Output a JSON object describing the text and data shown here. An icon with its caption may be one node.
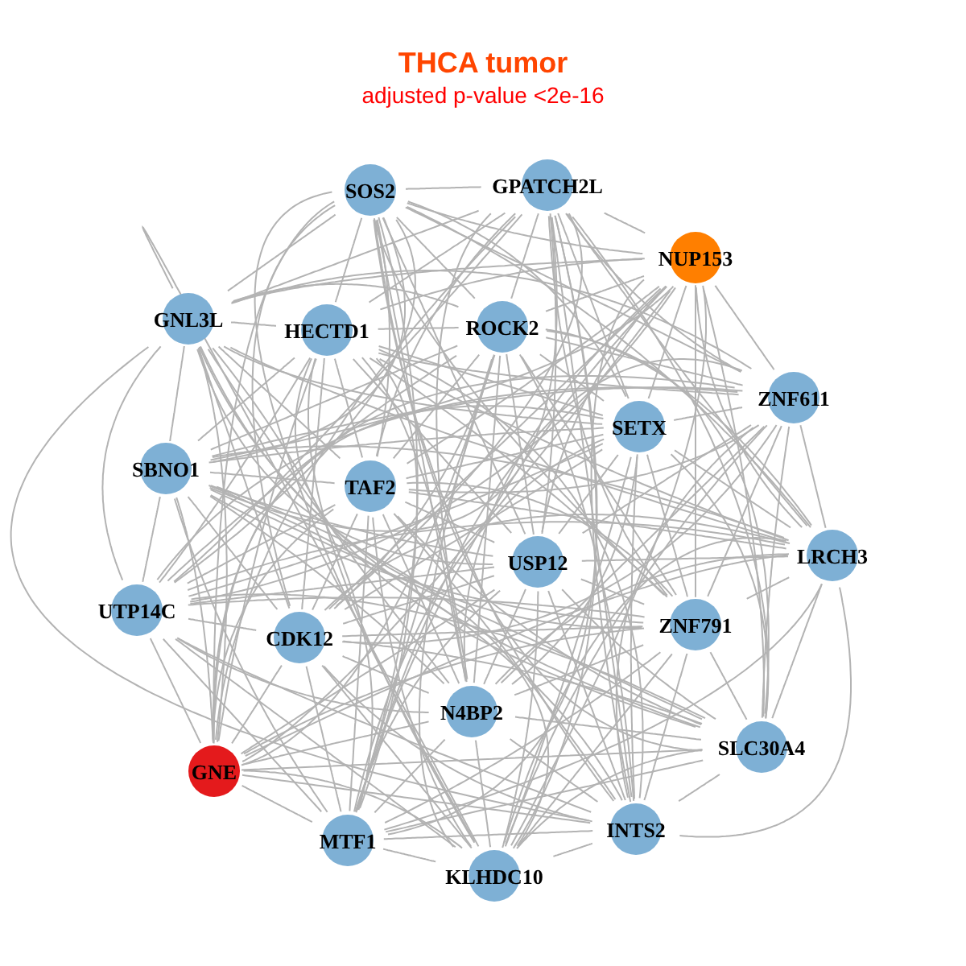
{
  "diagram": {
    "title": "THCA tumor",
    "labels": [
      "adjusted p-value <2e-16"
    ],
    "nodes": [
      {
        "text": [
          "SOS2"
        ]
      },
      {
        "text": [
          "GPATCH2L"
        ]
      },
      {
        "text": [
          "NUP153"
        ]
      },
      {
        "text": [
          "GNL3L"
        ]
      },
      {
        "text": [
          "HECTD1"
        ]
      },
      {
        "text": [
          "ROCK2"
        ]
      },
      {
        "text": [
          "ZNF611"
        ]
      },
      {
        "text": [
          "SETX"
        ]
      },
      {
        "text": [
          "SBNO1"
        ]
      },
      {
        "text": [
          "TAF2"
        ]
      },
      {
        "text": [
          "LRCH3"
        ]
      },
      {
        "text": [
          "USP12"
        ]
      },
      {
        "text": [
          "UTP14C"
        ]
      },
      {
        "text": [
          "CDK12"
        ]
      },
      {
        "text": [
          "ZNF791"
        ]
      },
      {
        "text": [
          "N4BP2"
        ]
      },
      {
        "text": [
          "SLC30A4"
        ]
      },
      {
        "text": [
          "GNE"
        ]
      },
      {
        "text": [
          "INTS2"
        ]
      },
      {
        "text": [
          "MTF1"
        ]
      },
      {
        "text": [
          "KLHDC10"
        ]
      }
    ],
    "edges": [
      {
        "from": 0,
        "to": 1,
        "arrow": "none"
      },
      {
        "from": 0,
        "to": 2,
        "arrow": "none"
      },
      {
        "from": 0,
        "to": 3,
        "arrow": "none"
      },
      {
        "from": 0,
        "to": 4,
        "arrow": "none"
      },
      {
        "from": 0,
        "to": 5,
        "arrow": "none"
      },
      {
        "from": 0,
        "to": 6,
        "arrow": "none"
      },
      {
        "from": 0,
        "to": 7,
        "arrow": "none"
      },
      {
        "from": 0,
        "to": 8,
        "arrow": "none"
      },
      {
        "from": 0,
        "to": 9,
        "arrow": "none"
      },
      {
        "from": 0,
        "to": 10,
        "arrow": "none"
      },
      {
        "from": 0,
        "to": 11,
        "arrow": "none"
      },
      {
        "from": 0,
        "to": 12,
        "arrow": "none"
      },
      {
        "from": 0,
        "to": 13,
        "arrow": "none"
      },
      {
        "from": 0,
        "to": 14,
        "arrow": "none"
      },
      {
        "from": 0,
        "to": 15,
        "arrow": "none"
      },
      {
        "from": 0,
        "to": 16,
        "arrow": "none"
      },
      {
        "from": 0,
        "to": 17,
        "arrow": "none"
      },
      {
        "from": 0,
        "to": 18,
        "arrow": "none"
      },
      {
        "from": 0,
        "to": 19,
        "arrow": "none"
      },
      {
        "from": 0,
        "to": 20,
        "arrow": "none"
      },
      {
        "from": 1,
        "to": 2,
        "arrow": "none"
      },
      {
        "from": 1,
        "to": 3,
        "arrow": "none"
      },
      {
        "from": 1,
        "to": 4,
        "arrow": "none"
      },
      {
        "from": 1,
        "to": 5,
        "arrow": "none"
      },
      {
        "from": 1,
        "to": 6,
        "arrow": "none"
      },
      {
        "from": 1,
        "to": 7,
        "arrow": "none"
      },
      {
        "from": 1,
        "to": 8,
        "arrow": "none"
      },
      {
        "from": 1,
        "to": 9,
        "arrow": "none"
      },
      {
        "from": 1,
        "to": 10,
        "arrow": "none"
      },
      {
        "from": 1,
        "to": 11,
        "arrow": "none"
      },
      {
        "from": 1,
        "to": 12,
        "arrow": "none"
      },
      {
        "from": 1,
        "to": 13,
        "arrow": "none"
      },
      {
        "from": 1,
        "to": 14,
        "arrow": "none"
      },
      {
        "from": 1,
        "to": 15,
        "arrow": "none"
      },
      {
        "from": 1,
        "to": 16,
        "arrow": "none"
      },
      {
        "from": 1,
        "to": 17,
        "arrow": "none"
      },
      {
        "from": 1,
        "to": 18,
        "arrow": "none"
      },
      {
        "from": 1,
        "to": 19,
        "arrow": "none"
      },
      {
        "from": 1,
        "to": 20,
        "arrow": "none"
      },
      {
        "from": 2,
        "to": 3,
        "arrow": "none"
      },
      {
        "from": 2,
        "to": 4,
        "arrow": "none"
      },
      {
        "from": 2,
        "to": 5,
        "arrow": "none"
      },
      {
        "from": 2,
        "to": 6,
        "arrow": "none"
      },
      {
        "from": 2,
        "to": 7,
        "arrow": "none"
      },
      {
        "from": 2,
        "to": 8,
        "arrow": "none"
      },
      {
        "from": 2,
        "to": 9,
        "arrow": "none"
      },
      {
        "from": 2,
        "to": 10,
        "arrow": "none"
      },
      {
        "from": 2,
        "to": 11,
        "arrow": "none"
      },
      {
        "from": 2,
        "to": 12,
        "arrow": "none"
      },
      {
        "from": 2,
        "to": 13,
        "arrow": "none"
      },
      {
        "from": 2,
        "to": 14,
        "arrow": "none"
      },
      {
        "from": 2,
        "to": 15,
        "arrow": "none"
      },
      {
        "from": 2,
        "to": 16,
        "arrow": "none"
      },
      {
        "from": 2,
        "to": 17,
        "arrow": "none"
      },
      {
        "from": 2,
        "to": 18,
        "arrow": "none"
      },
      {
        "from": 2,
        "to": 19,
        "arrow": "none"
      },
      {
        "from": 2,
        "to": 20,
        "arrow": "none"
      },
      {
        "from": 3,
        "to": 4,
        "arrow": "none"
      },
      {
        "from": 3,
        "to": 5,
        "arrow": "none"
      },
      {
        "from": 3,
        "to": 6,
        "arrow": "none"
      },
      {
        "from": 3,
        "to": 7,
        "arrow": "none"
      },
      {
        "from": 3,
        "to": 8,
        "arrow": "none"
      },
      {
        "from": 3,
        "to": 9,
        "arrow": "none"
      },
      {
        "from": 3,
        "to": 10,
        "arrow": "none"
      },
      {
        "from": 3,
        "to": 11,
        "arrow": "none"
      },
      {
        "from": 3,
        "to": 12,
        "arrow": "none"
      },
      {
        "from": 3,
        "to": 13,
        "arrow": "none"
      },
      {
        "from": 3,
        "to": 14,
        "arrow": "none"
      },
      {
        "from": 3,
        "to": 15,
        "arrow": "none"
      },
      {
        "from": 3,
        "to": 16,
        "arrow": "none"
      },
      {
        "from": 3,
        "to": 17,
        "arrow": "none"
      },
      {
        "from": 3,
        "to": 18,
        "arrow": "none"
      },
      {
        "from": 3,
        "to": 19,
        "arrow": "none"
      },
      {
        "from": 3,
        "to": 20,
        "arrow": "none"
      },
      {
        "from": 4,
        "to": 5,
        "arrow": "none"
      },
      {
        "from": 4,
        "to": 6,
        "arrow": "none"
      },
      {
        "from": 4,
        "to": 7,
        "arrow": "none"
      },
      {
        "from": 4,
        "to": 8,
        "arrow": "none"
      },
      {
        "from": 4,
        "to": 9,
        "arrow": "none"
      },
      {
        "from": 4,
        "to": 10,
        "arrow": "none"
      },
      {
        "from": 4,
        "to": 11,
        "arrow": "none"
      },
      {
        "from": 4,
        "to": 12,
        "arrow": "none"
      },
      {
        "from": 4,
        "to": 13,
        "arrow": "none"
      },
      {
        "from": 4,
        "to": 14,
        "arrow": "none"
      },
      {
        "from": 4,
        "to": 15,
        "arrow": "none"
      },
      {
        "from": 4,
        "to": 16,
        "arrow": "none"
      },
      {
        "from": 4,
        "to": 17,
        "arrow": "none"
      },
      {
        "from": 4,
        "to": 18,
        "arrow": "none"
      },
      {
        "from": 4,
        "to": 19,
        "arrow": "none"
      },
      {
        "from": 4,
        "to": 20,
        "arrow": "none"
      },
      {
        "from": 5,
        "to": 6,
        "arrow": "none"
      },
      {
        "from": 5,
        "to": 7,
        "arrow": "none"
      },
      {
        "from": 5,
        "to": 8,
        "arrow": "none"
      },
      {
        "from": 5,
        "to": 9,
        "arrow": "none"
      },
      {
        "from": 5,
        "to": 10,
        "arrow": "none"
      },
      {
        "from": 5,
        "to": 11,
        "arrow": "none"
      },
      {
        "from": 5,
        "to": 12,
        "arrow": "none"
      },
      {
        "from": 5,
        "to": 13,
        "arrow": "none"
      },
      {
        "from": 5,
        "to": 14,
        "arrow": "none"
      },
      {
        "from": 5,
        "to": 15,
        "arrow": "none"
      },
      {
        "from": 5,
        "to": 16,
        "arrow": "none"
      },
      {
        "from": 5,
        "to": 17,
        "arrow": "none"
      },
      {
        "from": 5,
        "to": 18,
        "arrow": "none"
      },
      {
        "from": 5,
        "to": 19,
        "arrow": "none"
      },
      {
        "from": 5,
        "to": 20,
        "arrow": "none"
      },
      {
        "from": 6,
        "to": 7,
        "arrow": "none"
      },
      {
        "from": 6,
        "to": 8,
        "arrow": "none"
      },
      {
        "from": 6,
        "to": 9,
        "arrow": "none"
      },
      {
        "from": 6,
        "to": 10,
        "arrow": "none"
      },
      {
        "from": 6,
        "to": 11,
        "arrow": "none"
      },
      {
        "from": 6,
        "to": 12,
        "arrow": "none"
      },
      {
        "from": 6,
        "to": 13,
        "arrow": "none"
      },
      {
        "from": 6,
        "to": 14,
        "arrow": "none"
      },
      {
        "from": 6,
        "to": 15,
        "arrow": "none"
      },
      {
        "from": 6,
        "to": 16,
        "arrow": "none"
      },
      {
        "from": 6,
        "to": 17,
        "arrow": "none"
      },
      {
        "from": 6,
        "to": 18,
        "arrow": "none"
      },
      {
        "from": 6,
        "to": 19,
        "arrow": "none"
      },
      {
        "from": 6,
        "to": 20,
        "arrow": "none"
      },
      {
        "from": 7,
        "to": 8,
        "arrow": "none"
      },
      {
        "from": 7,
        "to": 9,
        "arrow": "none"
      },
      {
        "from": 7,
        "to": 10,
        "arrow": "none"
      },
      {
        "from": 7,
        "to": 11,
        "arrow": "none"
      },
      {
        "from": 7,
        "to": 12,
        "arrow": "none"
      },
      {
        "from": 7,
        "to": 13,
        "arrow": "none"
      },
      {
        "from": 7,
        "to": 14,
        "arrow": "none"
      },
      {
        "from": 7,
        "to": 15,
        "arrow": "none"
      },
      {
        "from": 7,
        "to": 16,
        "arrow": "none"
      },
      {
        "from": 7,
        "to": 17,
        "arrow": "none"
      },
      {
        "from": 7,
        "to": 18,
        "arrow": "none"
      },
      {
        "from": 7,
        "to": 19,
        "arrow": "none"
      },
      {
        "from": 7,
        "to": 20,
        "arrow": "none"
      },
      {
        "from": 8,
        "to": 9,
        "arrow": "none"
      },
      {
        "from": 8,
        "to": 10,
        "arrow": "none"
      },
      {
        "from": 8,
        "to": 11,
        "arrow": "none"
      },
      {
        "from": 8,
        "to": 12,
        "arrow": "none"
      },
      {
        "from": 8,
        "to": 13,
        "arrow": "none"
      },
      {
        "from": 8,
        "to": 14,
        "arrow": "none"
      },
      {
        "from": 8,
        "to": 15,
        "arrow": "none"
      },
      {
        "from": 8,
        "to": 16,
        "arrow": "none"
      },
      {
        "from": 8,
        "to": 17,
        "arrow": "none"
      },
      {
        "from": 8,
        "to": 18,
        "arrow": "none"
      },
      {
        "from": 8,
        "to": 19,
        "arrow": "none"
      },
      {
        "from": 8,
        "to": 20,
        "arrow": "none"
      },
      {
        "from": 9,
        "to": 10,
        "arrow": "none"
      },
      {
        "from": 9,
        "to": 11,
        "arrow": "none"
      },
      {
        "from": 9,
        "to": 12,
        "arrow": "none"
      },
      {
        "from": 9,
        "to": 13,
        "arrow": "none"
      },
      {
        "from": 9,
        "to": 14,
        "arrow": "none"
      },
      {
        "from": 9,
        "to": 15,
        "arrow": "none"
      },
      {
        "from": 9,
        "to": 16,
        "arrow": "none"
      },
      {
        "from": 9,
        "to": 17,
        "arrow": "none"
      },
      {
        "from": 9,
        "to": 18,
        "arrow": "none"
      },
      {
        "from": 9,
        "to": 19,
        "arrow": "none"
      },
      {
        "from": 9,
        "to": 20,
        "arrow": "none"
      },
      {
        "from": 10,
        "to": 11,
        "arrow": "none"
      },
      {
        "from": 10,
        "to": 12,
        "arrow": "none"
      },
      {
        "from": 10,
        "to": 13,
        "arrow": "none"
      },
      {
        "from": 10,
        "to": 14,
        "arrow": "none"
      },
      {
        "from": 10,
        "to": 15,
        "arrow": "none"
      },
      {
        "from": 10,
        "to": 16,
        "arrow": "none"
      },
      {
        "from": 10,
        "to": 17,
        "arrow": "none"
      },
      {
        "from": 10,
        "to": 18,
        "arrow": "none"
      },
      {
        "from": 10,
        "to": 19,
        "arrow": "none"
      },
      {
        "from": 10,
        "to": 20,
        "arrow": "none"
      },
      {
        "from": 11,
        "to": 12,
        "arrow": "none"
      },
      {
        "from": 11,
        "to": 13,
        "arrow": "none"
      },
      {
        "from": 11,
        "to": 14,
        "arrow": "none"
      },
      {
        "from": 11,
        "to": 15,
        "arrow": "none"
      },
      {
        "from": 11,
        "to": 16,
        "arrow": "none"
      },
      {
        "from": 11,
        "to": 17,
        "arrow": "none"
      },
      {
        "from": 11,
        "to": 18,
        "arrow": "none"
      },
      {
        "from": 11,
        "to": 19,
        "arrow": "none"
      },
      {
        "from": 11,
        "to": 20,
        "arrow": "none"
      },
      {
        "from": 12,
        "to": 13,
        "arrow": "none"
      },
      {
        "from": 12,
        "to": 14,
        "arrow": "none"
      },
      {
        "from": 12,
        "to": 15,
        "arrow": "none"
      },
      {
        "from": 12,
        "to": 16,
        "arrow": "none"
      },
      {
        "from": 12,
        "to": 17,
        "arrow": "none"
      },
      {
        "from": 12,
        "to": 18,
        "arrow": "none"
      },
      {
        "from": 12,
        "to": 19,
        "arrow": "none"
      },
      {
        "from": 12,
        "to": 20,
        "arrow": "none"
      },
      {
        "from": 13,
        "to": 14,
        "arrow": "none"
      },
      {
        "from": 13,
        "to": 15,
        "arrow": "none"
      },
      {
        "from": 13,
        "to": 16,
        "arrow": "none"
      },
      {
        "from": 13,
        "to": 17,
        "arrow": "none"
      },
      {
        "from": 13,
        "to": 18,
        "arrow": "none"
      },
      {
        "from": 13,
        "to": 19,
        "arrow": "none"
      },
      {
        "from": 13,
        "to": 20,
        "arrow": "none"
      },
      {
        "from": 14,
        "to": 15,
        "arrow": "none"
      },
      {
        "from": 14,
        "to": 16,
        "arrow": "none"
      },
      {
        "from": 14,
        "to": 17,
        "arrow": "none"
      },
      {
        "from": 14,
        "to": 18,
        "arrow": "none"
      },
      {
        "from": 14,
        "to": 19,
        "arrow": "none"
      },
      {
        "from": 14,
        "to": 20,
        "arrow": "none"
      },
      {
        "from": 15,
        "to": 16,
        "arrow": "none"
      },
      {
        "from": 15,
        "to": 17,
        "arrow": "none"
      },
      {
        "from": 15,
        "to": 18,
        "arrow": "none"
      },
      {
        "from": 15,
        "to": 19,
        "arrow": "none"
      },
      {
        "from": 15,
        "to": 20,
        "arrow": "none"
      },
      {
        "from": 16,
        "to": 17,
        "arrow": "none"
      },
      {
        "from": 16,
        "to": 18,
        "arrow": "none"
      },
      {
        "from": 16,
        "to": 19,
        "arrow": "none"
      },
      {
        "from": 16,
        "to": 20,
        "arrow": "none"
      },
      {
        "from": 17,
        "to": 18,
        "arrow": "none"
      },
      {
        "from": 17,
        "to": 19,
        "arrow": "none"
      },
      {
        "from": 17,
        "to": 20,
        "arrow": "none"
      },
      {
        "from": 18,
        "to": 19,
        "arrow": "none"
      },
      {
        "from": 18,
        "to": 20,
        "arrow": "none"
      },
      {
        "from": 19,
        "to": 20,
        "arrow": "none"
      }
    ]
  }
}
